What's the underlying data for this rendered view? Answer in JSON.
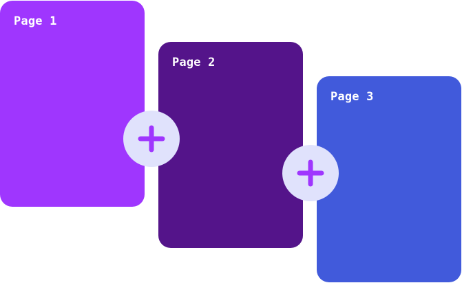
{
  "pages": [
    {
      "label": "Page 1",
      "color": "#9f36fe"
    },
    {
      "label": "Page 2",
      "color": "#54148a"
    },
    {
      "label": "Page 3",
      "color": "#415adb"
    }
  ],
  "add_buttons": [
    {
      "icon": "plus-icon",
      "background": "#e0e2fc",
      "icon_color": "#9f36fe"
    },
    {
      "icon": "plus-icon",
      "background": "#e0e2fc",
      "icon_color": "#9f36fe"
    }
  ]
}
